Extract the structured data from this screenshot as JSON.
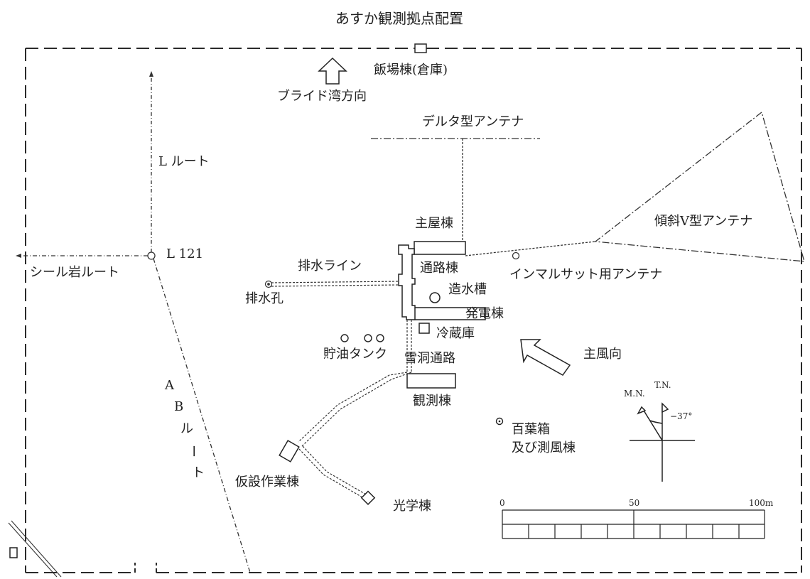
{
  "title": "あすか観測拠点配置",
  "labels": {
    "hanba": "飯場棟(倉庫)",
    "bright_bay": "ブライド湾方向",
    "delta_antenna": "デルタ型アンテナ",
    "l_route": "L ルート",
    "l121": "L 121",
    "seal_rock_route": "シール岩ルート",
    "main_building": "主屋棟",
    "drain_line": "排水ライン",
    "drain_hole": "排水孔",
    "corridor": "通路棟",
    "water_tank": "造水槽",
    "power": "発電棟",
    "cold_storage": "冷蔵庫",
    "fuel_tanks": "貯油タンク",
    "snow_tunnel": "雪洞通路",
    "observation": "観測棟",
    "inclined_v": "傾斜V型アンテナ",
    "inmarsat": "インマルサット用アンテナ",
    "wind_dir": "主風向",
    "screen_box_1": "百葉箱",
    "screen_box_2": "及び測風棟",
    "temp_work": "仮設作業棟",
    "optical": "光学棟",
    "ab_route_chars": [
      "A",
      "B",
      "ル",
      "ー",
      "ト"
    ]
  },
  "compass": {
    "mn": "M.N.",
    "tn": "T.N.",
    "declination": "−37°"
  },
  "scale": {
    "start": "0",
    "mid": "50",
    "end": "100m"
  }
}
